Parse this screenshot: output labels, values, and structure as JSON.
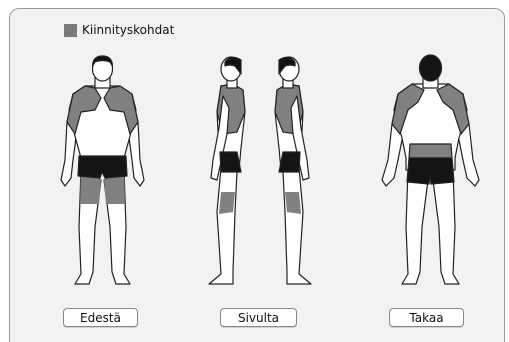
{
  "legend": {
    "label": "Kiinnityskohdat",
    "swatch_color": "#7a7a7a"
  },
  "views": [
    {
      "label": "Edestä"
    },
    {
      "label": "Sivulta"
    },
    {
      "label": "Takaa"
    }
  ],
  "colors": {
    "skin": "#ffffff",
    "outline": "#222222",
    "attachment": "#808080",
    "shorts": "#141414",
    "hair": "#111111"
  }
}
